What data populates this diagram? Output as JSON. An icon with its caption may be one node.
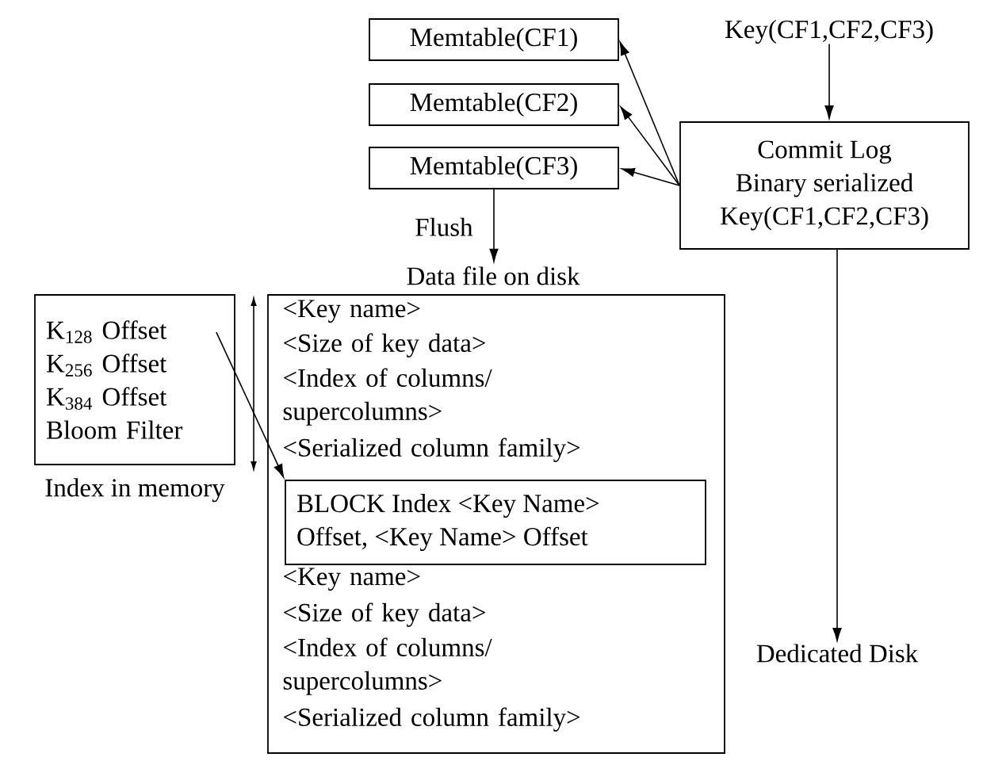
{
  "diagram": {
    "nodes": [
      {
        "text": [
          "Memtable(CF1)"
        ]
      },
      {
        "text": [
          "Memtable(CF2)"
        ]
      },
      {
        "text": [
          "Memtable(CF3)"
        ]
      },
      {
        "text": [
          "Key(CF1,CF2,CF3)"
        ]
      },
      {
        "text": [
          "Commit Log",
          "Binary serialized",
          "Key(CF1,CF2,CF3)"
        ]
      },
      {
        "text": [
          "Data file on disk",
          "<Key name>",
          "<Size of key data>",
          "<Index of columns/ supercolumns>",
          "<Serialized column family>",
          "<Key name>",
          "<Size of key data>",
          "<Index of columns/ supercolumns>",
          "<Serialized column family>"
        ]
      },
      {
        "text": [
          "BLOCK Index <Key Name> Offset, <Key Name> Offset"
        ],
        "in": 5
      },
      {
        "text": [
          "K$_{128}$ Offset",
          "K$_{256}$ Offset",
          "K$_{384}$ Offset",
          "Bloom Filter"
        ],
        "beside": [
          "Index in memory"
        ]
      },
      {
        "text": [
          "Dedicated Disk"
        ]
      }
    ],
    "edges": [
      {
        "from": 4,
        "to": 0,
        "arrow": "to"
      },
      {
        "from": 4,
        "to": 1,
        "arrow": "to"
      },
      {
        "from": 4,
        "to": 2,
        "arrow": "to"
      },
      {
        "from": 3,
        "to": 4,
        "arrow": "to"
      },
      {
        "from": 2,
        "to": 5,
        "arrow": "to",
        "label": "Flush"
      },
      {
        "from": 4,
        "to": 8,
        "arrow": "to"
      },
      {
        "from": 7,
        "to": 6,
        "arrow": "to"
      }
    ]
  }
}
